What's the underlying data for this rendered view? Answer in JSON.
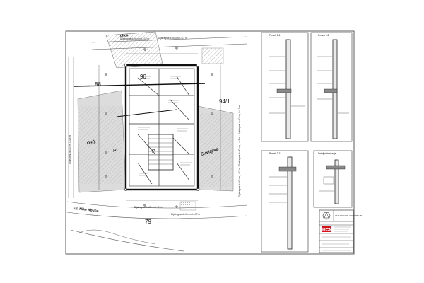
{
  "plan": {
    "parcels": {
      "p90": "90",
      "p88": "88",
      "p94": "94/1",
      "p79": "79",
      "pP1": "P+1",
      "pP_left": "P",
      "pP_center": "P"
    },
    "streets": {
      "top": "ulica",
      "right": "Suvizeva",
      "bottom": "ul. Nike Abuna"
    },
    "annotations": {
      "top_1": "Dijafragma d=40 cm, L=15 m",
      "top_2": "Dijafragma d=40 cm, L=17 m",
      "bottom_1": "Dijafragma d=40 cm, L=15 m",
      "bottom_2": "Dijafragma d=40 cm, L=17 m",
      "left_vertical": "Dijafragma d=40 cm, L=15 m",
      "right_vertical": "Dijafragma d=40 cm, L=17 m · Dijafragma d=40 cm, L=15 m · Dijafragma d=40 cm, L=17 m"
    }
  },
  "details": {
    "d1_title": "Presek 1-1",
    "d2_title": "Presek 2-2",
    "d3_title": "Presek 3-3",
    "d4_title": "Detalj ankerisanja"
  },
  "titleblock": {
    "header": "GT DIJAFRAGMA I POTPORNI ZID",
    "company": "HCM"
  },
  "colors": {
    "line": "#1a1a1a",
    "hatch_fill": "#d6d6d6",
    "brand_red": "#d7141a",
    "paper": "#ffffff"
  }
}
